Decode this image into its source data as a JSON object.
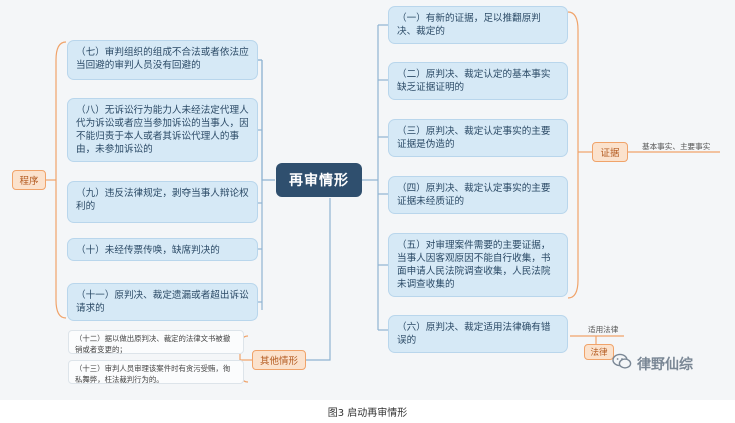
{
  "center": {
    "label": "再审情形"
  },
  "tags": {
    "procedure": "程序",
    "evidence": "证据",
    "other": "其他情形",
    "law": "法律"
  },
  "left_items": [
    "（七）审判组织的组成不合法或者依法应当回避的审判人员没有回避的",
    "（八）无诉讼行为能力人未经法定代理人代为诉讼或者应当参加诉讼的当事人，因不能归责于本人或者其诉讼代理人的事由，未参加诉讼的",
    "（九）违反法律规定，剥夺当事人辩论权利的",
    "（十）未经传票传唤，缺席判决的",
    "（十一）原判决、裁定遗漏或者超出诉讼请求的"
  ],
  "right_items": [
    "（一）有新的证据，足以推翻原判决、裁定的",
    "（二）原判决、裁定认定的基本事实缺乏证据证明的",
    "（三）原判决、裁定认定事实的主要证据是伪造的",
    "（四）原判决、裁定认定事实的主要证据未经质证的",
    "（五）对审理案件需要的主要证据，当事人因客观原因不能自行收集，书面申请人民法院调查收集，人民法院未调查收集的",
    "（六）原判决、裁定适用法律确有错误的"
  ],
  "other_items": [
    "（十二）据以做出原判决、裁定的法律文书被撤销或者变更的；",
    "（十三）审判人员审理该案件时有贪污受贿，徇私舞弊，枉法裁判行为的。"
  ],
  "notes": {
    "evidence_note": "基本事实、主要事实",
    "law_note": "适用法律"
  },
  "watermark": {
    "text": "律野仙综",
    "icon": "wechat-icon"
  },
  "caption": "图3 启动再审情形",
  "colors": {
    "node_bg": "#d6e9f6",
    "center_bg": "#2f4f6e",
    "tag_border": "#f0a36a",
    "line": "#8fb4d2"
  }
}
